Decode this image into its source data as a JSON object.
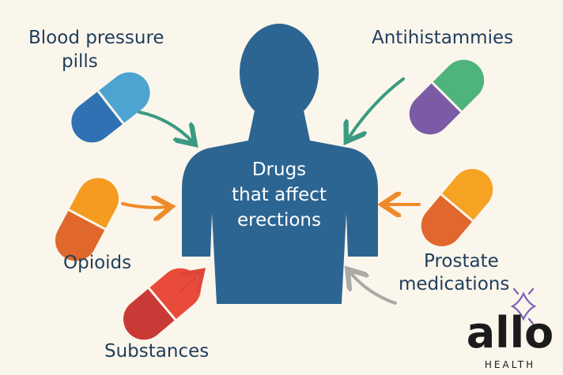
{
  "center_label": {
    "line1": "Drugs",
    "line2": "that affect",
    "line3": "erections"
  },
  "items": [
    {
      "line1": "Blood pressure",
      "line2": "pills",
      "colors": [
        "#2f72b3",
        "#4ea4d0"
      ]
    },
    {
      "line1": "Antihistammies",
      "colors": [
        "#7b5aa6",
        "#4fb37c"
      ]
    },
    {
      "line1": "Opioids",
      "colors": [
        "#e0682c",
        "#f49b20"
      ]
    },
    {
      "line1": "Prostate",
      "line2": "medications",
      "colors": [
        "#e2672e",
        "#f6a222"
      ]
    },
    {
      "line1": "Substances",
      "colors": [
        "#c93a36",
        "#e94b3b"
      ]
    }
  ],
  "logo": {
    "word": "allo",
    "sub": "HEALTH",
    "accent": "#7b64b8"
  },
  "colors": {
    "body": "#2d6592",
    "text": "#1f3d5c",
    "background": "#fbf6ec"
  }
}
